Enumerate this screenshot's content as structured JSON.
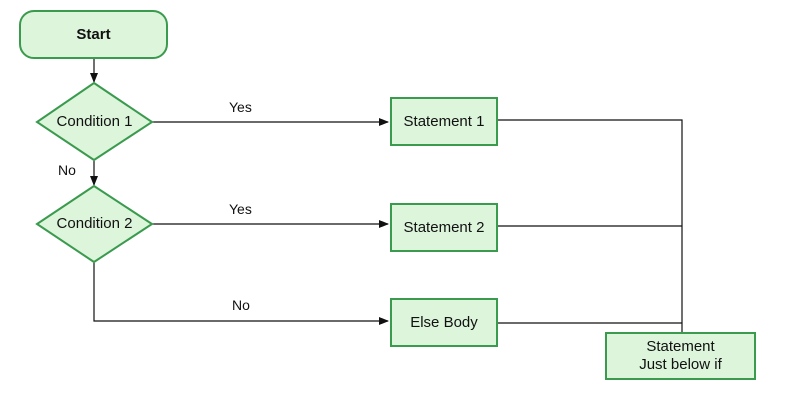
{
  "nodes": {
    "start": "Start",
    "condition_1": "Condition 1",
    "condition_2": "Condition 2",
    "statement_1": "Statement 1",
    "statement_2": "Statement 2",
    "else_body": "Else Body",
    "after_if_line1": "Statement",
    "after_if_line2": "Just below if"
  },
  "edges": {
    "c1_yes": "Yes",
    "c1_no": "No",
    "c2_yes": "Yes",
    "c2_no": "No"
  },
  "colors": {
    "node_fill": "#dcf5db",
    "node_border": "#3a9a4e",
    "line": "#111111"
  }
}
